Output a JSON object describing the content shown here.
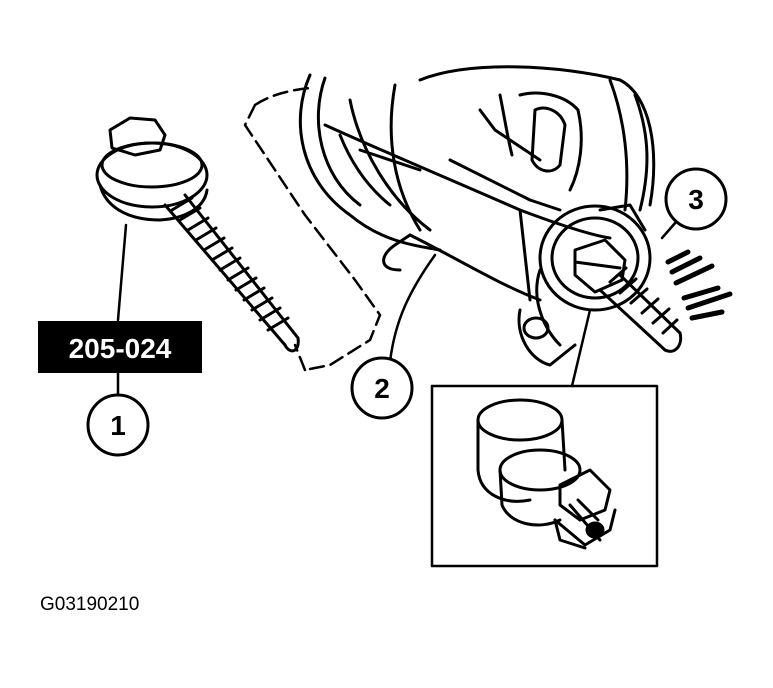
{
  "tool_number": "205-024",
  "callouts": [
    "1",
    "2",
    "3"
  ],
  "figure_code": "G03190210",
  "colors": {
    "ink": "#000000",
    "paper": "#ffffff"
  }
}
